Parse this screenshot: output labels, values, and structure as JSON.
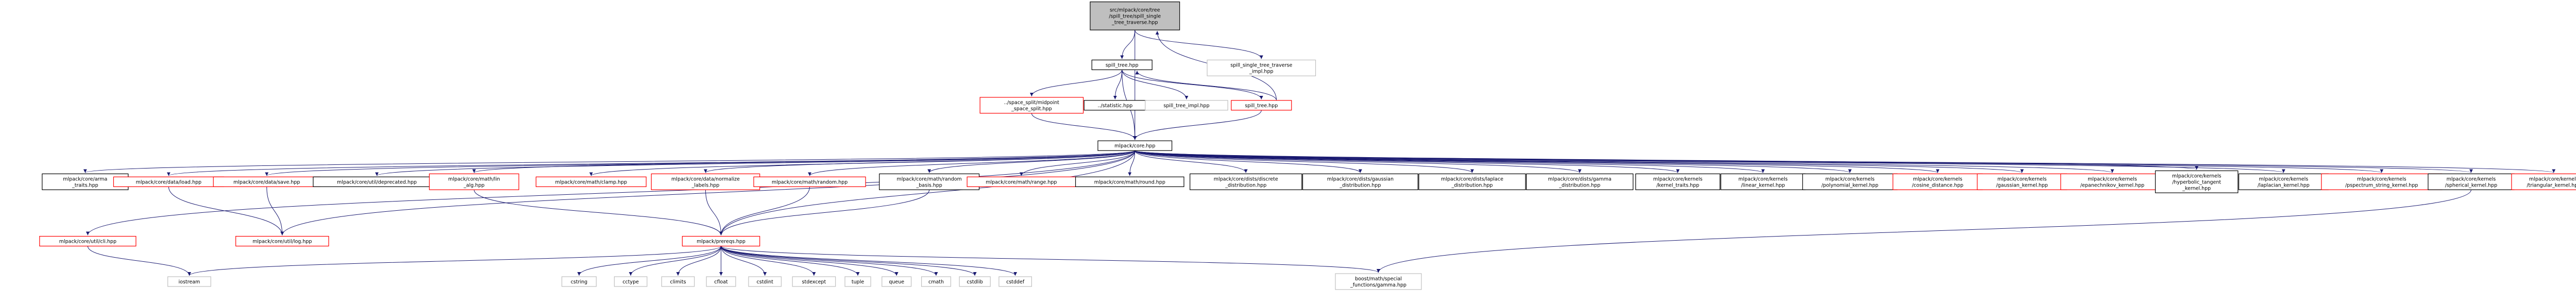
{
  "title": "Include dependency graph for spill_single_tree_traverse.hpp",
  "colors": {
    "edge": "#191970",
    "focus_fill": "#bfbfbf",
    "node_stroke": "#000000",
    "red_stroke": "#ff0000",
    "gray_stroke": "#bfbfbf"
  },
  "nodes": [
    {
      "id": "root",
      "lines": [
        "src/mlpack/core/tree",
        "/spill_tree/spill_single",
        "_tree_traverse.hpp"
      ],
      "style": "focus"
    },
    {
      "id": "spill_tree",
      "lines": [
        "spill_tree.hpp"
      ],
      "style": "normal"
    },
    {
      "id": "sstt_impl",
      "lines": [
        "spill_single_tree_traverse",
        "_impl.hpp"
      ],
      "style": "gray"
    },
    {
      "id": "midpoint",
      "lines": [
        "../space_split/midpoint",
        "_space_split.hpp"
      ],
      "style": "red"
    },
    {
      "id": "statistic",
      "lines": [
        "../statistic.hpp"
      ],
      "style": "normal"
    },
    {
      "id": "spill_tree_impl",
      "lines": [
        "spill_tree_impl.hpp"
      ],
      "style": "gray"
    },
    {
      "id": "spill_tree_red",
      "lines": [
        "spill_tree.hpp"
      ],
      "style": "red"
    },
    {
      "id": "core",
      "lines": [
        "mlpack/core.hpp"
      ],
      "style": "normal"
    },
    {
      "id": "arma_traits",
      "lines": [
        "mlpack/core/arma",
        "_traits.hpp"
      ],
      "style": "normal"
    },
    {
      "id": "data_load",
      "lines": [
        "mlpack/core/data/load.hpp"
      ],
      "style": "red"
    },
    {
      "id": "data_save",
      "lines": [
        "mlpack/core/data/save.hpp"
      ],
      "style": "red"
    },
    {
      "id": "deprecated",
      "lines": [
        "mlpack/core/util/deprecated.hpp"
      ],
      "style": "normal"
    },
    {
      "id": "math_lin_alg",
      "lines": [
        "mlpack/core/math/lin",
        "_alg.hpp"
      ],
      "style": "red"
    },
    {
      "id": "math_clamp",
      "lines": [
        "mlpack/core/math/clamp.hpp"
      ],
      "style": "red"
    },
    {
      "id": "normalize_labels",
      "lines": [
        "mlpack/core/data/normalize",
        "_labels.hpp"
      ],
      "style": "red"
    },
    {
      "id": "math_random",
      "lines": [
        "mlpack/core/math/random.hpp"
      ],
      "style": "red"
    },
    {
      "id": "random_basis",
      "lines": [
        "mlpack/core/math/random",
        "_basis.hpp"
      ],
      "style": "normal"
    },
    {
      "id": "math_range",
      "lines": [
        "mlpack/core/math/range.hpp"
      ],
      "style": "red"
    },
    {
      "id": "math_round",
      "lines": [
        "mlpack/core/math/round.hpp"
      ],
      "style": "normal"
    },
    {
      "id": "discrete_dist",
      "lines": [
        "mlpack/core/dists/discrete",
        "_distribution.hpp"
      ],
      "style": "normal"
    },
    {
      "id": "gaussian_dist",
      "lines": [
        "mlpack/core/dists/gaussian",
        "_distribution.hpp"
      ],
      "style": "normal"
    },
    {
      "id": "laplace_dist",
      "lines": [
        "mlpack/core/dists/laplace",
        "_distribution.hpp"
      ],
      "style": "normal"
    },
    {
      "id": "gamma_dist",
      "lines": [
        "mlpack/core/dists/gamma",
        "_distribution.hpp"
      ],
      "style": "normal"
    },
    {
      "id": "kernel_traits",
      "lines": [
        "mlpack/core/kernels",
        "/kernel_traits.hpp"
      ],
      "style": "normal"
    },
    {
      "id": "linear_kernel",
      "lines": [
        "mlpack/core/kernels",
        "/linear_kernel.hpp"
      ],
      "style": "normal"
    },
    {
      "id": "polynomial_kernel",
      "lines": [
        "mlpack/core/kernels",
        "/polynomial_kernel.hpp"
      ],
      "style": "normal"
    },
    {
      "id": "cosine_distance",
      "lines": [
        "mlpack/core/kernels",
        "/cosine_distance.hpp"
      ],
      "style": "red"
    },
    {
      "id": "gaussian_kernel",
      "lines": [
        "mlpack/core/kernels",
        "/gaussian_kernel.hpp"
      ],
      "style": "red"
    },
    {
      "id": "epanechnikov",
      "lines": [
        "mlpack/core/kernels",
        "/epanechnikov_kernel.hpp"
      ],
      "style": "red"
    },
    {
      "id": "hyperbolic_tangent",
      "lines": [
        "mlpack/core/kernels",
        "/hyperbolic_tangent",
        "_kernel.hpp"
      ],
      "style": "normal"
    },
    {
      "id": "laplacian_kernel",
      "lines": [
        "mlpack/core/kernels",
        "/laplacian_kernel.hpp"
      ],
      "style": "normal"
    },
    {
      "id": "pspectrum",
      "lines": [
        "mlpack/core/kernels",
        "/pspectrum_string_kernel.hpp"
      ],
      "style": "red"
    },
    {
      "id": "spherical_kernel",
      "lines": [
        "mlpack/core/kernels",
        "/spherical_kernel.hpp"
      ],
      "style": "normal"
    },
    {
      "id": "triangular_kernel",
      "lines": [
        "mlpack/core/kernels",
        "/triangular_kernel.hpp"
      ],
      "style": "red"
    },
    {
      "id": "cli",
      "lines": [
        "mlpack/core/util/cli.hpp"
      ],
      "style": "red"
    },
    {
      "id": "log",
      "lines": [
        "mlpack/core/util/log.hpp"
      ],
      "style": "red"
    },
    {
      "id": "prereqs",
      "lines": [
        "mlpack/prereqs.hpp"
      ],
      "style": "red"
    },
    {
      "id": "iostream",
      "lines": [
        "iostream"
      ],
      "style": "gray"
    },
    {
      "id": "cstring",
      "lines": [
        "cstring"
      ],
      "style": "gray"
    },
    {
      "id": "cctype",
      "lines": [
        "cctype"
      ],
      "style": "gray"
    },
    {
      "id": "climits",
      "lines": [
        "climits"
      ],
      "style": "gray"
    },
    {
      "id": "cfloat",
      "lines": [
        "cfloat"
      ],
      "style": "gray"
    },
    {
      "id": "cstdint",
      "lines": [
        "cstdint"
      ],
      "style": "gray"
    },
    {
      "id": "stdexcept",
      "lines": [
        "stdexcept"
      ],
      "style": "gray"
    },
    {
      "id": "tuple",
      "lines": [
        "tuple"
      ],
      "style": "gray"
    },
    {
      "id": "queue",
      "lines": [
        "queue"
      ],
      "style": "gray"
    },
    {
      "id": "cmath",
      "lines": [
        "cmath"
      ],
      "style": "gray"
    },
    {
      "id": "cstdlib",
      "lines": [
        "cstdlib"
      ],
      "style": "gray"
    },
    {
      "id": "cstddef",
      "lines": [
        "cstddef"
      ],
      "style": "gray"
    },
    {
      "id": "boost_gamma",
      "lines": [
        "boost/math/special",
        "_functions/gamma.hpp"
      ],
      "style": "gray"
    }
  ],
  "edges": [
    [
      "root",
      "spill_tree"
    ],
    [
      "root",
      "sstt_impl"
    ],
    [
      "root",
      "core"
    ],
    [
      "spill_tree",
      "midpoint"
    ],
    [
      "spill_tree",
      "statistic"
    ],
    [
      "spill_tree",
      "spill_tree_impl"
    ],
    [
      "spill_tree",
      "spill_tree_red"
    ],
    [
      "spill_tree",
      "core"
    ],
    [
      "spill_tree_red",
      "spill_tree"
    ],
    [
      "spill_tree_red",
      "root"
    ],
    [
      "spill_tree_red",
      "core"
    ],
    [
      "midpoint",
      "core"
    ],
    [
      "core",
      "cli"
    ],
    [
      "core",
      "arma_traits"
    ],
    [
      "core",
      "data_load"
    ],
    [
      "core",
      "data_save"
    ],
    [
      "core",
      "deprecated"
    ],
    [
      "core",
      "math_lin_alg"
    ],
    [
      "core",
      "math_clamp"
    ],
    [
      "core",
      "normalize_labels"
    ],
    [
      "core",
      "math_random"
    ],
    [
      "core",
      "random_basis"
    ],
    [
      "core",
      "math_range"
    ],
    [
      "core",
      "math_round"
    ],
    [
      "core",
      "discrete_dist"
    ],
    [
      "core",
      "gaussian_dist"
    ],
    [
      "core",
      "laplace_dist"
    ],
    [
      "core",
      "gamma_dist"
    ],
    [
      "core",
      "kernel_traits"
    ],
    [
      "core",
      "linear_kernel"
    ],
    [
      "core",
      "polynomial_kernel"
    ],
    [
      "core",
      "cosine_distance"
    ],
    [
      "core",
      "gaussian_kernel"
    ],
    [
      "core",
      "epanechnikov"
    ],
    [
      "core",
      "hyperbolic_tangent"
    ],
    [
      "core",
      "laplacian_kernel"
    ],
    [
      "core",
      "pspectrum"
    ],
    [
      "core",
      "spherical_kernel"
    ],
    [
      "core",
      "triangular_kernel"
    ],
    [
      "core",
      "log"
    ],
    [
      "core",
      "prereqs"
    ],
    [
      "data_load",
      "log"
    ],
    [
      "data_save",
      "log"
    ],
    [
      "math_lin_alg",
      "prereqs"
    ],
    [
      "normalize_labels",
      "prereqs"
    ],
    [
      "math_random",
      "prereqs"
    ],
    [
      "random_basis",
      "prereqs"
    ],
    [
      "cli",
      "iostream"
    ],
    [
      "prereqs",
      "iostream"
    ],
    [
      "prereqs",
      "cstring"
    ],
    [
      "prereqs",
      "cctype"
    ],
    [
      "prereqs",
      "climits"
    ],
    [
      "prereqs",
      "cfloat"
    ],
    [
      "prereqs",
      "cstdint"
    ],
    [
      "prereqs",
      "stdexcept"
    ],
    [
      "prereqs",
      "tuple"
    ],
    [
      "prereqs",
      "queue"
    ],
    [
      "prereqs",
      "cmath"
    ],
    [
      "prereqs",
      "cstdlib"
    ],
    [
      "prereqs",
      "cstddef"
    ],
    [
      "prereqs",
      "boost_gamma"
    ],
    [
      "spherical_kernel",
      "boost_gamma"
    ]
  ]
}
